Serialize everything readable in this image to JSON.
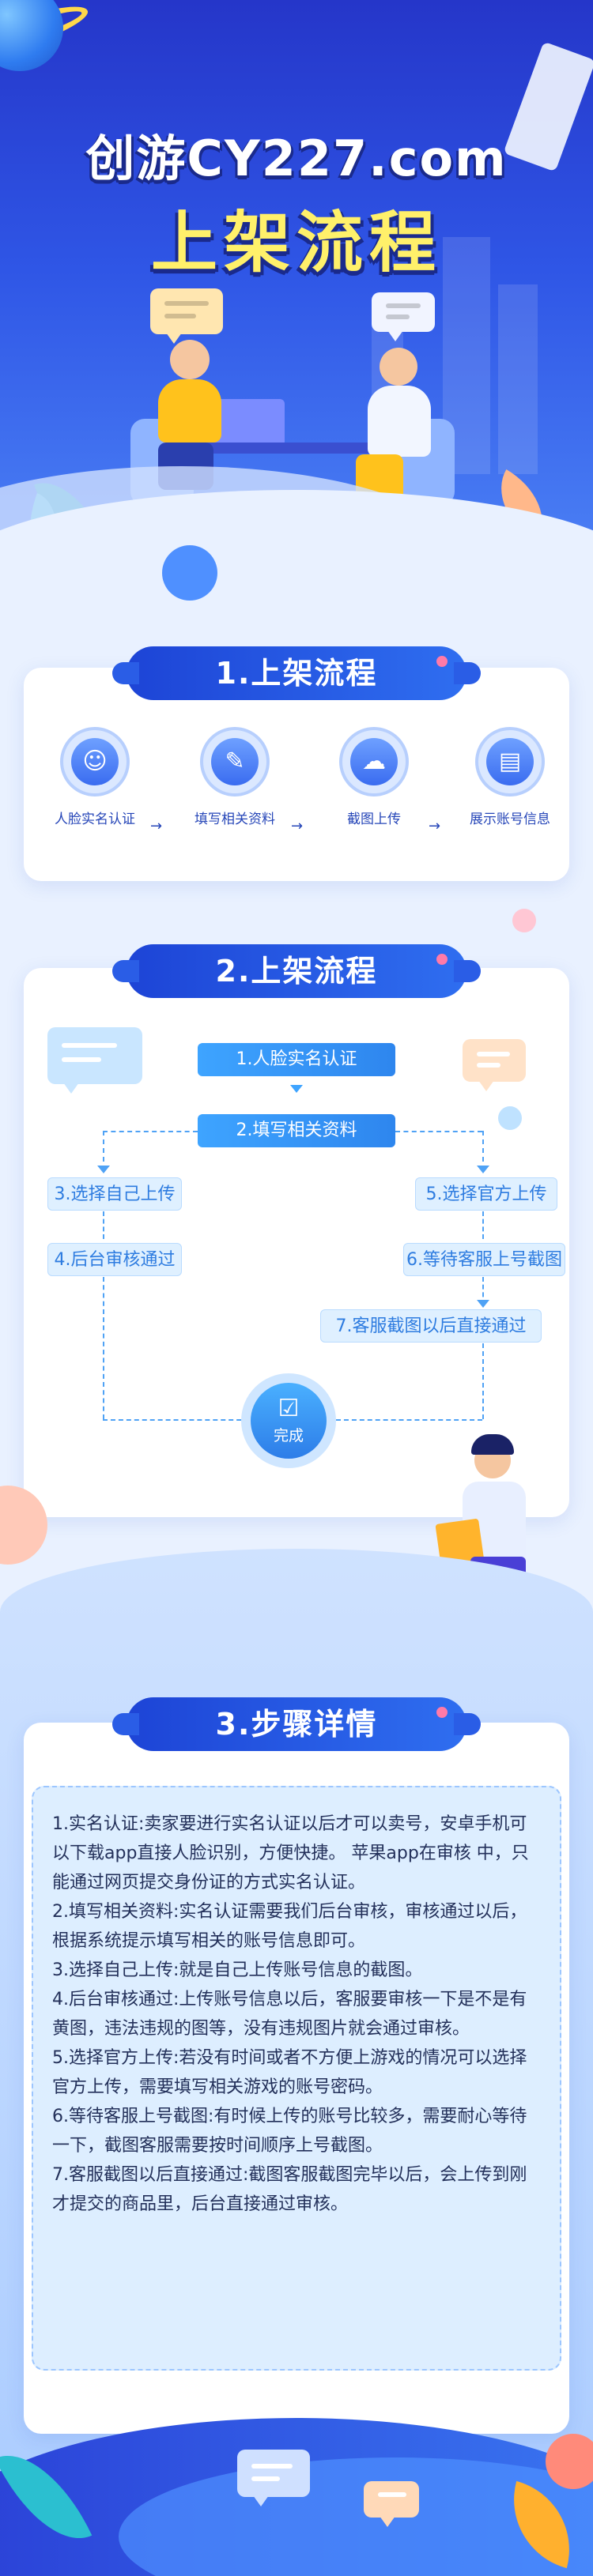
{
  "hero": {
    "title_line1": "创游CY227.com",
    "title_line2": "上架流程"
  },
  "section1": {
    "banner": "1.上架流程",
    "steps": [
      {
        "label": "人脸实名认证",
        "icon": "face-scan-icon"
      },
      {
        "label": "填写相关资料",
        "icon": "edit-form-icon"
      },
      {
        "label": "截图上传",
        "icon": "cloud-upload-icon"
      },
      {
        "label": "展示账号信息",
        "icon": "document-icon"
      }
    ],
    "arrow": "→"
  },
  "section2": {
    "banner": "2.上架流程",
    "step1": "1.人脸实名认证",
    "step2": "2.填写相关资料",
    "step3": "3.选择自己上传",
    "step4": "4.后台审核通过",
    "step5": "5.选择官方上传",
    "step6": "6.等待客服上号截图",
    "step7": "7.客服截图以后直接通过",
    "done": "完成",
    "done_icon": "checkmark-icon"
  },
  "section3": {
    "banner": "3.步骤详情",
    "paragraphs": [
      "1.实名认证:卖家要进行实名认证以后才可以卖号，安卓手机可以下载app直接人脸识别，方便快捷。 苹果app在审核 中，只能通过网页提交身份证的方式实名认证。",
      "2.填写相关资料:实名认证需要我们后台审核，审核通过以后，根据系统提示填写相关的账号信息即可。",
      "3.选择自己上传:就是自己上传账号信息的截图。",
      "4.后台审核通过:上传账号信息以后，客服要审核一下是不是有黄图，违法违规的图等，没有违规图片就会通过审核。",
      "5.选择官方上传:若没有时间或者不方便上游戏的情况可以选择官方上传，需要填写相关游戏的账号密码。",
      "6.等待客服上号截图:有时候上传的账号比较多，需要耐心等待一下，截图客服需要按时间顺序上号截图。",
      "7.客服截图以后直接通过:截图客服截图完毕以后，会上传到刚才提交的商品里，后台直接通过审核。"
    ]
  },
  "colors": {
    "primary": "#2f56e6",
    "accent_yellow": "#fff06a",
    "flow_blue": "#2e86ee"
  }
}
